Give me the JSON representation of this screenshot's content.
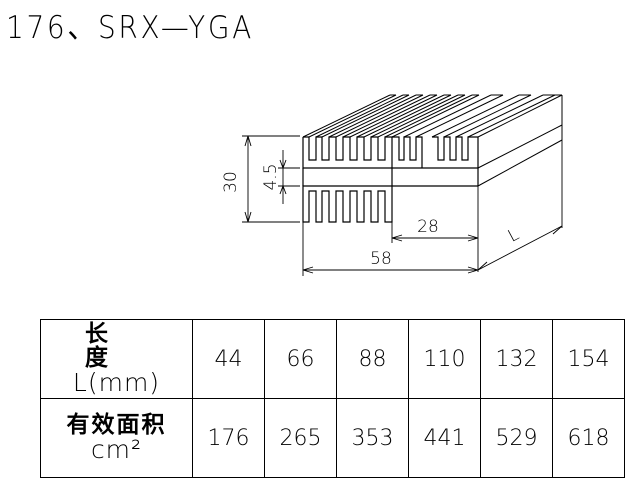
{
  "title": "176、SRX—YGA",
  "drawing": {
    "dim_height": "30",
    "dim_gap": "4.5",
    "dim_inner_width": "28",
    "dim_width": "58",
    "dim_length": "L"
  },
  "table": {
    "row1_header_top": "长 度",
    "row1_header_bottom": "L(mm)",
    "row1_values": [
      "44",
      "66",
      "88",
      "110",
      "132",
      "154"
    ],
    "row2_header_top": "有效面积",
    "row2_header_bottom": "cm²",
    "row2_values": [
      "176",
      "265",
      "353",
      "441",
      "529",
      "618"
    ]
  }
}
